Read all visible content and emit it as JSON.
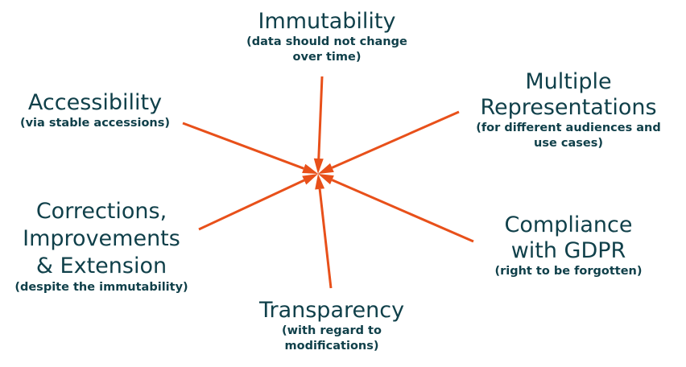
{
  "colors": {
    "arrow": "#e8501a",
    "text": "#10404a",
    "background": "#ffffff"
  },
  "nodes": {
    "immutability": {
      "title": "Immutability",
      "sub": "(data should not change\nover time)"
    },
    "accessibility": {
      "title": "Accessibility",
      "sub": "(via stable accessions)"
    },
    "multiple": {
      "title": "Multiple\nRepresentations",
      "sub": "(for different audiences and\nuse cases)"
    },
    "corrections": {
      "title": "Corrections,\nImprovements\n& Extension",
      "sub": "(despite the immutability)"
    },
    "compliance": {
      "title": "Compliance\nwith GDPR",
      "sub": "(right to be forgotten)"
    },
    "transparency": {
      "title": "Transparency",
      "sub": "(with regard to\nmodifications)"
    }
  }
}
